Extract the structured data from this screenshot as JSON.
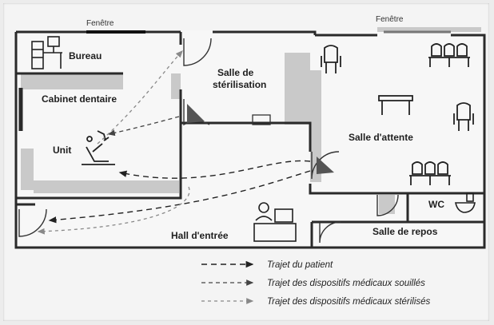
{
  "windows": {
    "left": "Fenêtre",
    "right": "Fenêtre"
  },
  "rooms": {
    "bureau": "Bureau",
    "cabinet": "Cabinet dentaire",
    "unit": "Unit",
    "sterilisation_1": "Salle de",
    "sterilisation_2": "stérilisation",
    "attente": "Salle d'attente",
    "wc": "WC",
    "hall": "Hall d'entrée",
    "repos": "Salle de repos"
  },
  "legend": [
    {
      "label": "Trajet du patient",
      "style": "patient",
      "color": "#222222"
    },
    {
      "label": "Trajet des dispositifs médicaux souillés",
      "style": "souilles",
      "color": "#444444"
    },
    {
      "label": "Trajet des dispositifs médicaux stérilisés",
      "style": "sterilises",
      "color": "#777777"
    }
  ],
  "colors": {
    "wall": "#2a2a2a",
    "grey_zone": "#c9c9c9",
    "floor": "#f7f7f7"
  },
  "icons": [
    "desk-icon",
    "dental-chair-icon",
    "armchair-icon",
    "bench-icon",
    "table-icon",
    "toilet-icon",
    "reception-desk-icon",
    "door-icon"
  ]
}
